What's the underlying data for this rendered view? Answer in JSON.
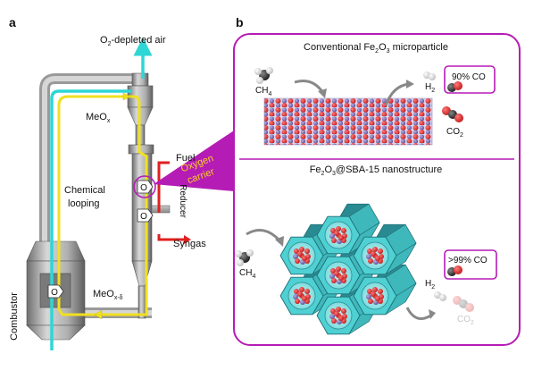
{
  "panel_a": {
    "letter": "a",
    "o2_label_main": "O",
    "o2_label_sub": "2",
    "o2_label_rest": "-depleted air",
    "meox_main": "MeO",
    "meox_sub": "x",
    "meoxd_main": "MeO",
    "meoxd_sub": "x-δ",
    "chemical": "Chemical",
    "looping": "looping",
    "fuel": "Fuel",
    "reducer": "Reducer",
    "syngas": "Syngas",
    "combustor": "Combustor",
    "oxygen": "Oxygen",
    "carrier": "carrier",
    "o_marker": "O"
  },
  "panel_b": {
    "letter": "b",
    "top_title_pre": "Conventional Fe",
    "top_title_sub1": "2",
    "top_title_mid": "O",
    "top_title_sub2": "3",
    "top_title_post": " microparticle",
    "bottom_title_pre": "Fe",
    "bottom_title_sub1": "2",
    "bottom_title_mid": "O",
    "bottom_title_sub2": "3",
    "bottom_title_post": "@SBA-15 nanostructure",
    "ch4_main": "CH",
    "ch4_sub": "4",
    "h2_main": "H",
    "h2_sub": "2",
    "co2_main": "CO",
    "co2_sub": "2",
    "co_top": "90% CO",
    "co_bottom": ">99% CO"
  },
  "colors": {
    "magenta": "#b51cb5",
    "cyan": "#2ed6d6",
    "yellow": "#f0e020",
    "red_arrow": "#e02020",
    "steel": "#a8a8a8",
    "hex_face": "#4fd0d2",
    "hex_dark": "#2a8a92"
  }
}
